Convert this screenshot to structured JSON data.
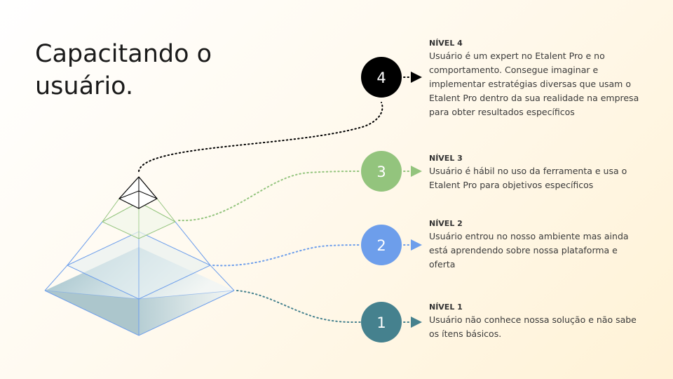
{
  "title": "Capacitando o usuário.",
  "levels": [
    {
      "number": "4",
      "title": "NÍVEL 4",
      "description": "Usuário é um expert no Etalent Pro e no comportamento. Consegue imaginar e implementar estratégias diversas que usam o Etalent Pro dentro da sua realidade na empresa para obter resultados específicos",
      "color": "#000000",
      "line_color": "#000000"
    },
    {
      "number": "3",
      "title": "NÍVEL 3",
      "description": "Usuário é hábil no uso da ferramenta e usa o Etalent Pro para objetivos específicos",
      "color": "#93c47d",
      "line_color": "#93c47d"
    },
    {
      "number": "2",
      "title": "NÍVEL 2",
      "description": "Usuário entrou no nosso ambiente mas ainda está aprendendo sobre nossa plataforma e oferta",
      "color": "#6d9eeb",
      "line_color": "#6d9eeb"
    },
    {
      "number": "1",
      "title": "NÍVEL 1",
      "description": "Usuário não conhece nossa solução e não sabe os ítens básicos.",
      "color": "#45818e",
      "line_color": "#45818e"
    }
  ]
}
